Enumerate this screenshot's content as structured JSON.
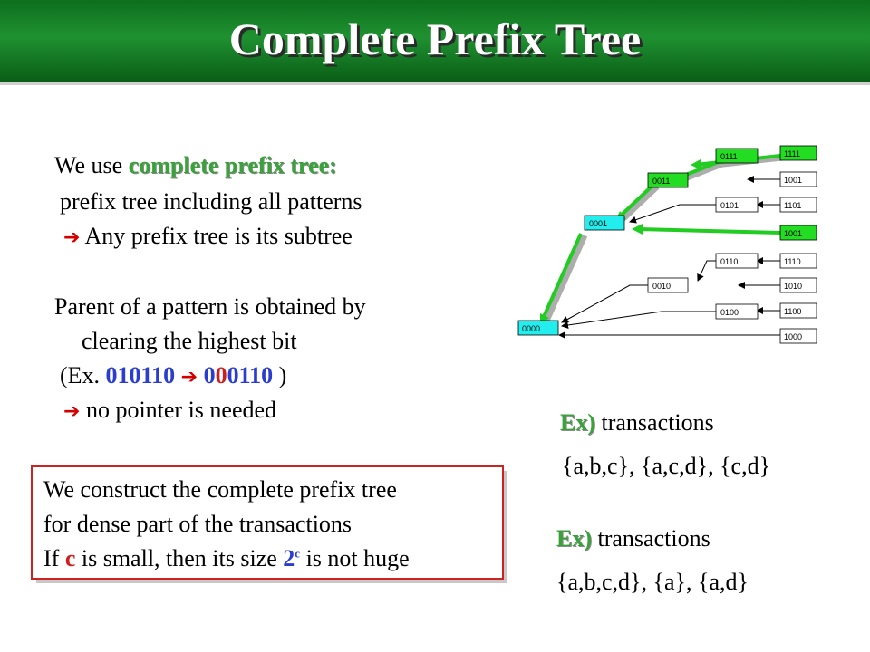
{
  "title": "Complete Prefix Tree",
  "intro": {
    "lead": "We use ",
    "highlight": "complete prefix tree:",
    "line2": "prefix tree including all patterns",
    "line3_arrow": "➔",
    "line3": "Any prefix tree is its subtree"
  },
  "parent": {
    "line1": "Parent of a pattern is obtained by",
    "line2": "clearing the highest bit",
    "ex_open": "(Ex.  ",
    "ex_from_a": "01",
    "ex_from_b": "0110",
    "ex_arrow": "➔",
    "ex_to_a": "0",
    "ex_to_b": "0",
    "ex_to_c": "0110",
    "ex_close": " )",
    "result_arrow": "➔",
    "result": "no pointer is needed"
  },
  "box": {
    "line1": "We construct the complete prefix tree",
    "line2": "for dense part of the transactions",
    "line3_a": "If ",
    "line3_c": "c",
    "line3_b": " is small, then its size ",
    "line3_size": "2",
    "line3_sup": "c",
    "line3_d": " is not huge"
  },
  "examples": [
    {
      "label": "Ex)",
      "text": "transactions",
      "sets": "{a,b,c}, {a,c,d}, {c,d}"
    },
    {
      "label": "Ex)",
      "text": "transactions",
      "sets": "{a,b,c,d}, {a}, {a,d}"
    }
  ],
  "tree": {
    "colors": {
      "green": "#22dd22",
      "cyan": "#22eeee",
      "white": "#ffffff",
      "arrow": "#22cc22"
    },
    "nodes": {
      "n0111": "0111",
      "n1111": "1111",
      "n0011": "0011",
      "n1001a": "1001",
      "n0101": "0101",
      "n1101": "1101",
      "n0001": "0001",
      "n1001b": "1001",
      "n0110": "0110",
      "n1110": "1110",
      "n0010": "0010",
      "n1010": "1010",
      "n0100": "0100",
      "n1100": "1100",
      "n0000": "0000",
      "n1000": "1000"
    }
  }
}
